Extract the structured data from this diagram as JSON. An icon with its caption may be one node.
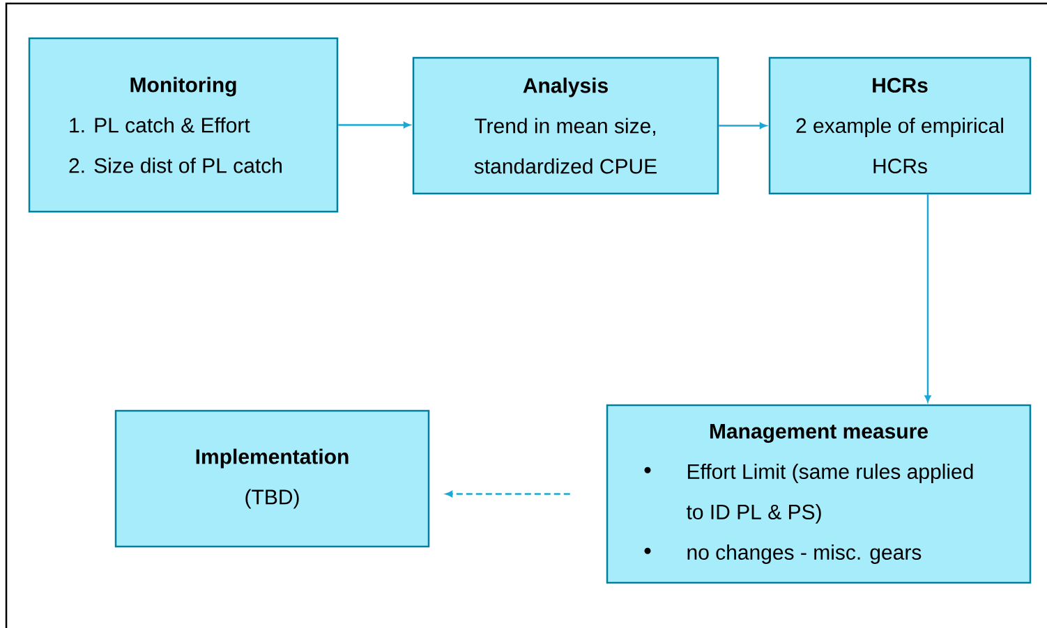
{
  "diagram": {
    "nodes": [
      {
        "text": [
          "Monitoring",
          "1. PL catch & Effort",
          "2. Size dist of PL catch"
        ]
      },
      {
        "text": [
          "Analysis",
          "Trend in mean size, standardized CPUE"
        ]
      },
      {
        "text": [
          "HCRs",
          "2 example of empirical HCRs"
        ]
      },
      {
        "text": [
          "Management measure",
          "Effort Limit (same rules applied to ID PL & PS)",
          "no changes - misc. gears"
        ]
      },
      {
        "text": [
          "Implementation",
          "(TBD)"
        ]
      }
    ],
    "edges": [
      {
        "from": 0,
        "to": 1,
        "arrow": "to"
      },
      {
        "from": 1,
        "to": 2,
        "arrow": "to"
      },
      {
        "from": 2,
        "to": 3,
        "arrow": "to"
      },
      {
        "from": 3,
        "to": 4,
        "arrow": "to",
        "style": "dashed"
      }
    ]
  }
}
